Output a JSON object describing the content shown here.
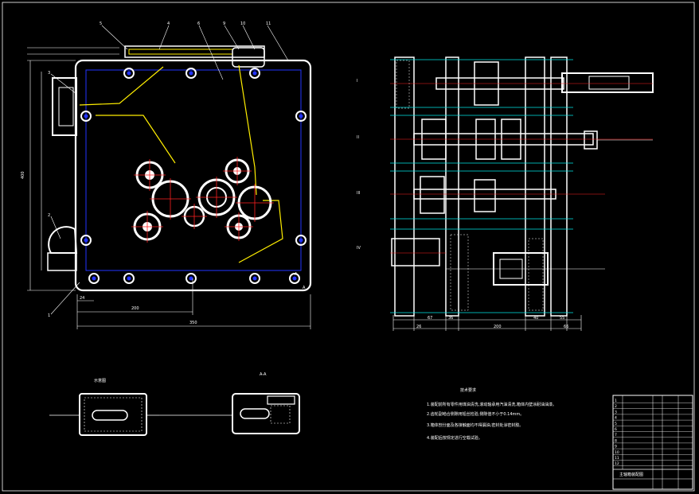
{
  "drawing": {
    "balloons_front": [
      "5",
      "4",
      "6",
      "9",
      "10",
      "11",
      "3",
      "2",
      "1"
    ],
    "dims_front": [
      "400",
      "200",
      "350",
      "24"
    ],
    "section_marks": [
      "A",
      "A"
    ],
    "side_balloons": [
      "I",
      "II",
      "III",
      "IV"
    ],
    "side_dims": [
      "26",
      "67",
      "36",
      "200",
      "40",
      "55",
      "66"
    ],
    "detail_titles": [
      "示意图",
      "A-A"
    ],
    "notes_title": "技术要求",
    "notes": [
      "1.装配前所有零件用煤油清洗,滚动轴承用汽油清洗,箱体内壁涂耐油油漆。",
      "2.齿轮副啮合侧隙用铅丝检验,侧隙值不小于0.14mm。",
      "3.箱体剖分面及各接触面均不得漏油,密封处涂密封胶。",
      "4.装配后按规定进行空载试验。"
    ],
    "title_block": {
      "rows": [
        "1",
        "2",
        "3",
        "4",
        "5",
        "6",
        "7",
        "8",
        "9",
        "10",
        "11",
        "12"
      ],
      "title": "主轴箱装配图"
    }
  }
}
